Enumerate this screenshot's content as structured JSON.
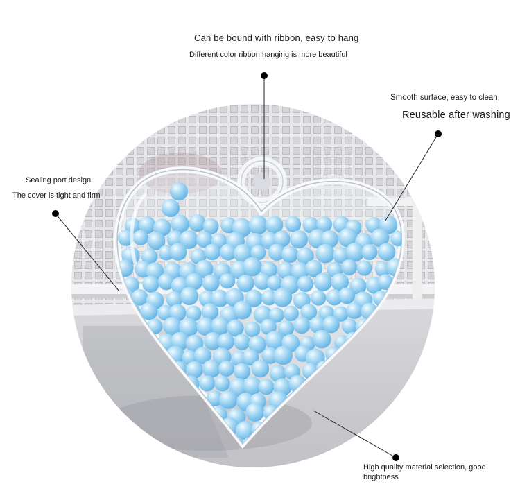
{
  "callouts": {
    "top": {
      "title": "Can be bound with ribbon, easy to hang",
      "subtitle": "Different color ribbon hanging is more beautiful"
    },
    "right": {
      "line1": "Smooth surface, easy to clean,",
      "line2": "Reusable after washing"
    },
    "left": {
      "line1": "Sealing port design",
      "line2": "The cover is tight and firm"
    },
    "bottom": {
      "text": "High quality material selection, good brightness"
    }
  },
  "colors": {
    "beads": "#7fc4ea",
    "bead_highlight": "#e9f6ff",
    "leader_line": "#222222",
    "dot": "#000000"
  }
}
